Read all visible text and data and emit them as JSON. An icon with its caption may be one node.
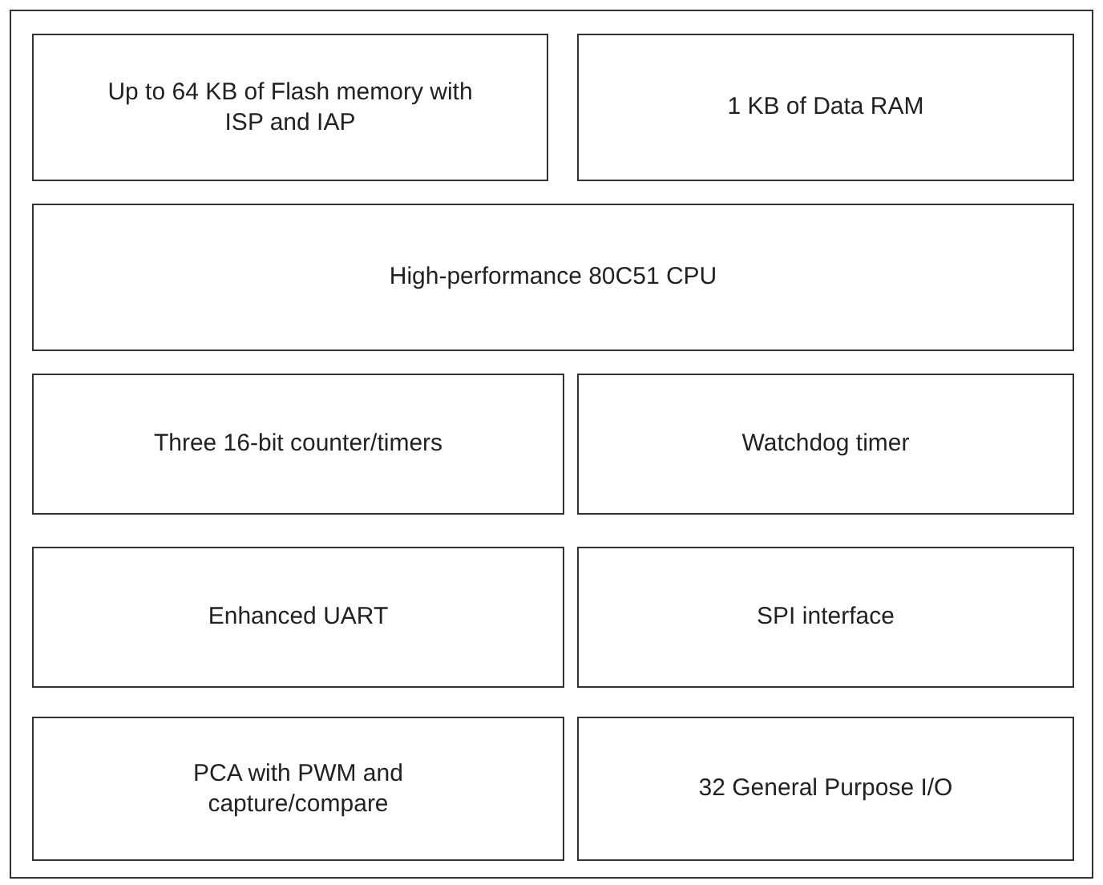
{
  "diagram": {
    "nodes": [
      {
        "text": [],
        "shape": "box"
      },
      {
        "text": [
          "Up to 64 KB of Flash memory with ISP and IAP"
        ],
        "in": 0
      },
      {
        "text": [
          "1 KB of Data RAM"
        ],
        "in": 0
      },
      {
        "text": [
          "High-performance 80C51 CPU"
        ],
        "in": 0
      },
      {
        "text": [
          "Three 16-bit counter/timers"
        ],
        "in": 0
      },
      {
        "text": [
          "Watchdog timer"
        ],
        "in": 0
      },
      {
        "text": [
          "Enhanced UART"
        ],
        "in": 0
      },
      {
        "text": [
          "SPI interface"
        ],
        "in": 0
      },
      {
        "text": [
          "PCA with PWM and capture/compare"
        ],
        "in": 0
      },
      {
        "text": [
          "32 General Purpose I/O"
        ],
        "in": 0
      }
    ]
  }
}
